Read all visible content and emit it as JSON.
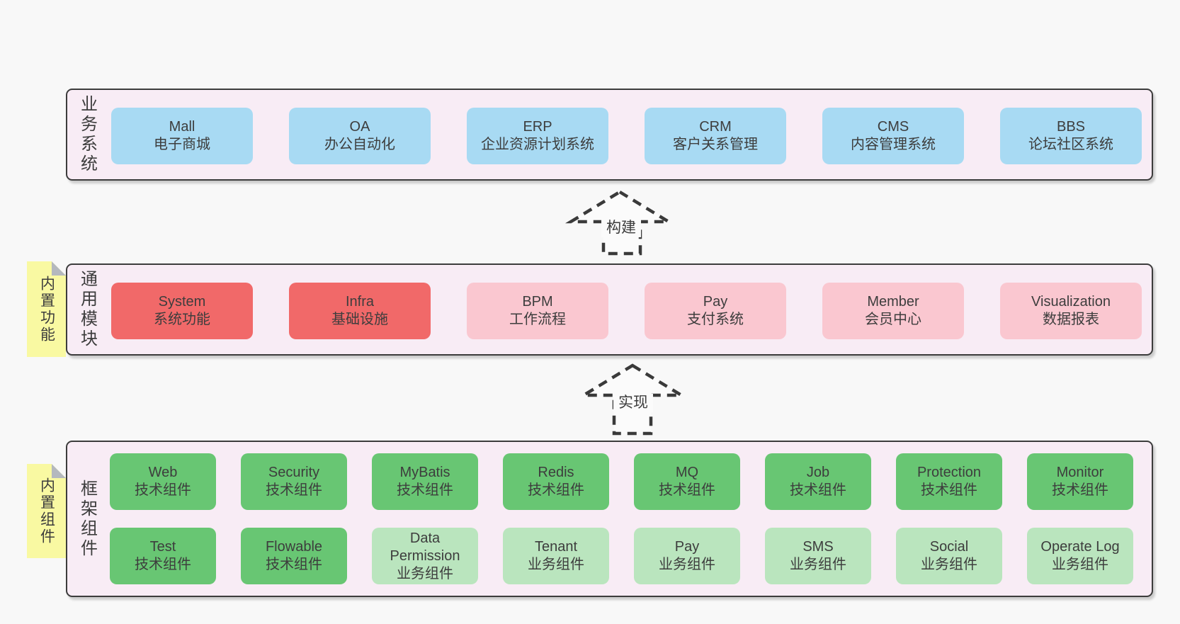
{
  "colors": {
    "page_bg": "#f8f8f8",
    "layer_bg": "#f8ecf5",
    "layer_border": "#3c3c3c",
    "blue": "#a8daf3",
    "red": "#f16969",
    "pink": "#fac7d0",
    "green": "#68c673",
    "light_green": "#bae5be",
    "sticky_yellow": "#f9f9a2",
    "sticky_fold": "#b4b8be",
    "arrow_dash": "#3a3a3a",
    "text": "#3e3e3e"
  },
  "layers": [
    {
      "side_label": "业务系统",
      "boxes": [
        {
          "title": "Mall",
          "subtitle": "电子商城",
          "variant": "blue"
        },
        {
          "title": "OA",
          "subtitle": "办公自动化",
          "variant": "blue"
        },
        {
          "title": "ERP",
          "subtitle": "企业资源计划系统",
          "variant": "blue"
        },
        {
          "title": "CRM",
          "subtitle": "客户关系管理",
          "variant": "blue"
        },
        {
          "title": "CMS",
          "subtitle": "内容管理系统",
          "variant": "blue"
        },
        {
          "title": "BBS",
          "subtitle": "论坛社区系统",
          "variant": "blue"
        }
      ]
    },
    {
      "side_label": "通用模块",
      "sticky_label": "内置功能",
      "boxes": [
        {
          "title": "System",
          "subtitle": "系统功能",
          "variant": "red"
        },
        {
          "title": "Infra",
          "subtitle": "基础设施",
          "variant": "red"
        },
        {
          "title": "BPM",
          "subtitle": "工作流程",
          "variant": "pink"
        },
        {
          "title": "Pay",
          "subtitle": "支付系统",
          "variant": "pink"
        },
        {
          "title": "Member",
          "subtitle": "会员中心",
          "variant": "pink"
        },
        {
          "title": "Visualization",
          "subtitle": "数据报表",
          "variant": "pink"
        }
      ]
    },
    {
      "side_label": "框架组件",
      "sticky_label": "内置组件",
      "boxes": [
        {
          "title": "Web",
          "subtitle": "技术组件",
          "variant": "green"
        },
        {
          "title": "Security",
          "subtitle": "技术组件",
          "variant": "green"
        },
        {
          "title": "MyBatis",
          "subtitle": "技术组件",
          "variant": "green"
        },
        {
          "title": "Redis",
          "subtitle": "技术组件",
          "variant": "green"
        },
        {
          "title": "MQ",
          "subtitle": "技术组件",
          "variant": "green"
        },
        {
          "title": "Job",
          "subtitle": "技术组件",
          "variant": "green"
        },
        {
          "title": "Protection",
          "subtitle": "技术组件",
          "variant": "green"
        },
        {
          "title": "Monitor",
          "subtitle": "技术组件",
          "variant": "green"
        },
        {
          "title": "Test",
          "subtitle": "技术组件",
          "variant": "green"
        },
        {
          "title": "Flowable",
          "subtitle": "技术组件",
          "variant": "green"
        },
        {
          "title": "Data Permission",
          "subtitle": "业务组件",
          "variant": "light_green"
        },
        {
          "title": "Tenant",
          "subtitle": "业务组件",
          "variant": "light_green"
        },
        {
          "title": "Pay",
          "subtitle": "业务组件",
          "variant": "light_green"
        },
        {
          "title": "SMS",
          "subtitle": "业务组件",
          "variant": "light_green"
        },
        {
          "title": "Social",
          "subtitle": "业务组件",
          "variant": "light_green"
        },
        {
          "title": "Operate Log",
          "subtitle": "业务组件",
          "variant": "light_green"
        }
      ]
    }
  ],
  "arrows": [
    {
      "label": "构建"
    },
    {
      "label": "实现"
    }
  ]
}
